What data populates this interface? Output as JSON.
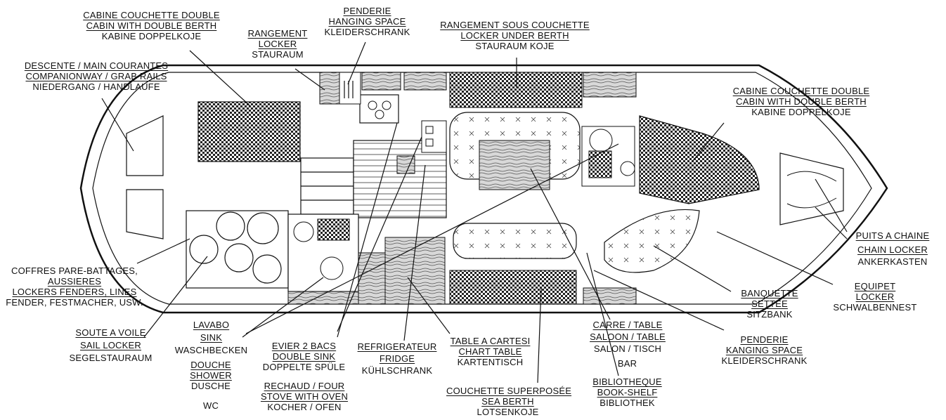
{
  "labels": {
    "cabine_aft": [
      "CABINE COUCHETTE DOUBLE",
      "CABIN WITH DOUBLE BERTH",
      "KABINE DOPPELKOJE"
    ],
    "penderie_top": [
      "PENDERIE",
      "HANGING SPACE",
      "KLEIDERSCHRANK"
    ],
    "rangement_locker": [
      "RANGEMENT",
      "LOCKER",
      "STAURAUM"
    ],
    "rangement_sous": [
      "RANGEMENT SOUS COUCHETTE",
      "LOCKER UNDER BERTH",
      "STAURAUM KOJE"
    ],
    "descente": [
      "DESCENTE / MAIN COURANTES",
      "COMPANIONWAY / GRAB RAILS",
      "NIEDERGANG / HANDLAUFE"
    ],
    "cabine_fwd": [
      "CABINE COUCHETTE DOUBLE",
      "CABIN WITH DOUBLE BERTH",
      "KABINE DOPPELKOJE"
    ],
    "puits": [
      "PUITS A CHAINE",
      "CHAIN LOCKER",
      "ANKERKASTEN"
    ],
    "coffres": [
      "COFFRES PARE-BATTAGES,",
      "AUSSIERES",
      "LOCKERS FENDERS, LINES",
      "FENDER, FESTMACHER, USW."
    ],
    "equipet": [
      "EQUIPET",
      "LOCKER",
      "SCHWALBENNEST"
    ],
    "banquette": [
      "BANQUETTE",
      "SETTEE",
      "SITZBANK"
    ],
    "soute": [
      "SOUTE A VOILE",
      "SAIL LOCKER",
      "SEGELSTAURAUM"
    ],
    "lavabo": [
      "LAVABO",
      "SINK",
      "WASCHBECKEN"
    ],
    "douche": [
      "DOUCHE",
      "SHOWER",
      "DUSCHE"
    ],
    "wc": "WC",
    "evier": [
      "EVIER 2 BACS",
      "DOUBLE SINK",
      "DOPPELTE SPÜLE"
    ],
    "rechaud": [
      "RECHAUD / FOUR",
      "STOVE WITH OVEN",
      "KOCHER / OFEN"
    ],
    "refrig": [
      "REFRIGERATEUR",
      "FRIDGE",
      "KÜHLSCHRANK"
    ],
    "table_cartes": [
      "TABLE A CARTESi",
      "CHART TABLE",
      "KARTENTISCH"
    ],
    "couchette": [
      "COUCHETTE SUPERPOSÉE",
      "SEA BERTH",
      "LOTSENKOJE"
    ],
    "carre": [
      "CARRE / TABLE",
      "SALOON / TABLE",
      "SALON / TISCH"
    ],
    "bar": "BAR",
    "biblio": [
      "BIBLIOTHEQUE",
      "BOOK-SHELF",
      "BIBLIOTHEK"
    ],
    "penderie_right": [
      "PENDERIE",
      "KANGING SPACE",
      "KLEIDERSCHRANK"
    ]
  }
}
